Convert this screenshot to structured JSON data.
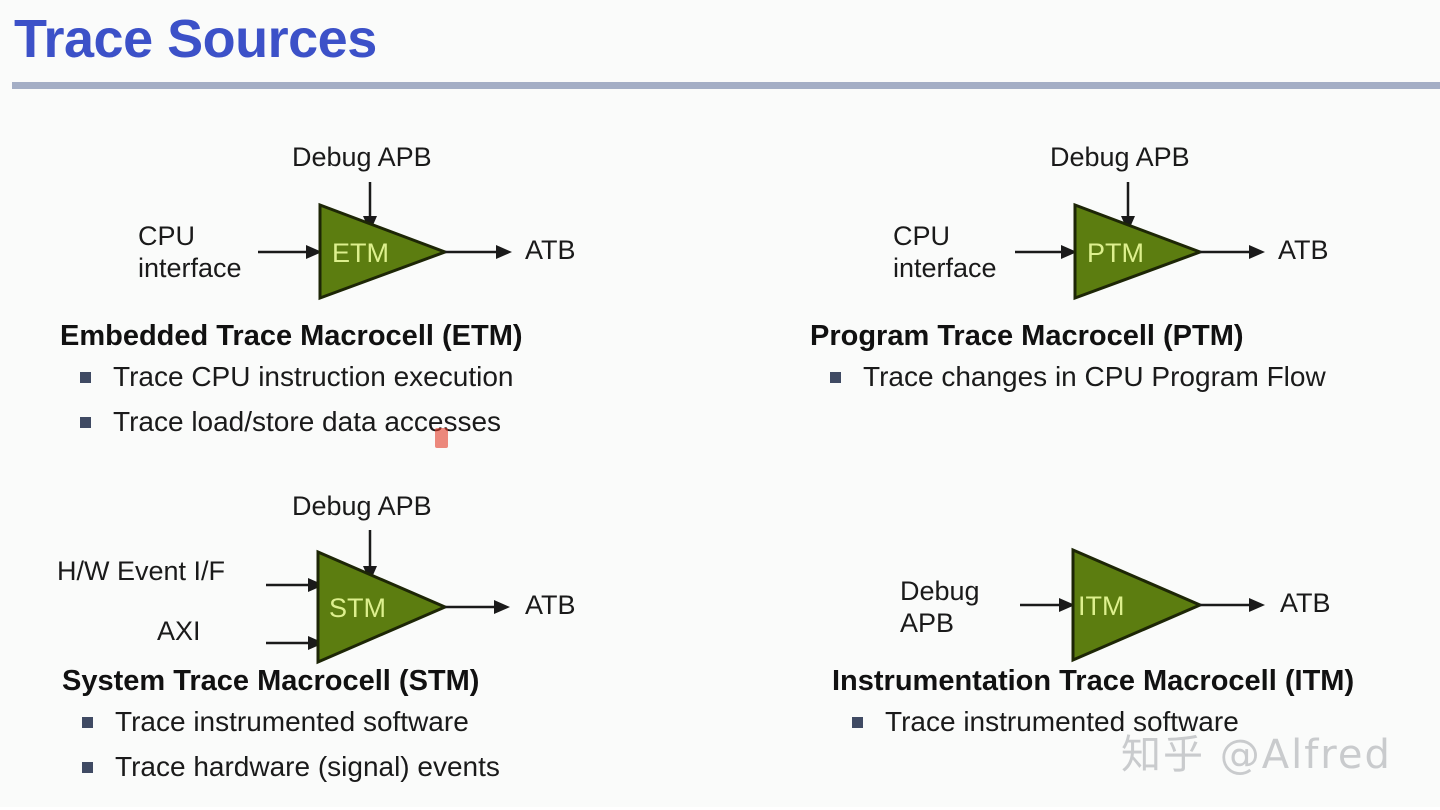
{
  "slide": {
    "title": "Trace Sources",
    "title_color": "#3c51c8",
    "rule_color": "#a4aec5",
    "background_color": "#fafbfa"
  },
  "theme": {
    "triangle_fill": "#5c7d10",
    "triangle_stroke": "#1d2606",
    "triangle_label_color": "#ddf08e",
    "bullet_marker_color": "#3f4a63",
    "text_color": "#1a1a1a",
    "arrow_color": "#1a1a1a"
  },
  "blocks": [
    {
      "id": "etm",
      "heading": "Embedded Trace Macrocell (ETM)",
      "macrocell": "ETM",
      "top_input": "Debug APB",
      "left_inputs": [
        "CPU\ninterface"
      ],
      "output": "ATB",
      "bullets": [
        "Trace CPU instruction execution",
        "Trace load/store data accesses"
      ]
    },
    {
      "id": "ptm",
      "heading": "Program Trace Macrocell (PTM)",
      "macrocell": "PTM",
      "top_input": "Debug APB",
      "left_inputs": [
        "CPU\ninterface"
      ],
      "output": "ATB",
      "bullets": [
        "Trace changes in CPU Program Flow"
      ]
    },
    {
      "id": "stm",
      "heading": "System Trace Macrocell (STM)",
      "macrocell": "STM",
      "top_input": "Debug APB",
      "left_inputs": [
        "H/W Event I/F",
        "AXI"
      ],
      "output": "ATB",
      "bullets": [
        "Trace instrumented software",
        "Trace hardware (signal) events"
      ]
    },
    {
      "id": "itm",
      "heading": "Instrumentation Trace Macrocell (ITM)",
      "macrocell": "ITM",
      "top_input": "",
      "left_inputs": [
        "Debug\nAPB"
      ],
      "output": "ATB",
      "bullets": [
        "Trace instrumented software"
      ]
    }
  ],
  "watermark": "知乎 @Alfred"
}
